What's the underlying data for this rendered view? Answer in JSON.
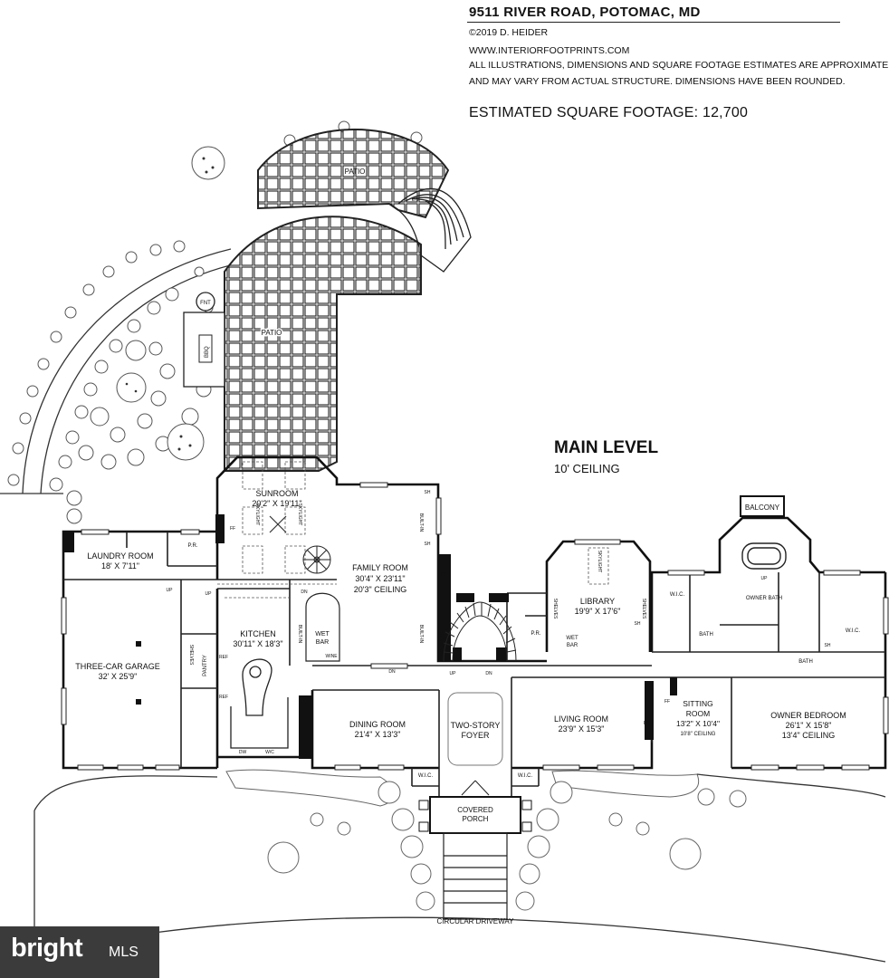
{
  "header": {
    "address": "9511 RIVER ROAD, POTOMAC, MD",
    "copyright": "©2019 D. HEIDER",
    "website": "WWW.INTERIORFOOTPRINTS.COM",
    "disclaimer_1": "ALL ILLUSTRATIONS, DIMENSIONS AND SQUARE FOOTAGE ESTIMATES ARE APPROXIMATE",
    "disclaimer_2": "AND MAY VARY FROM ACTUAL STRUCTURE. DIMENSIONS HAVE BEEN ROUNDED.",
    "square_footage": "ESTIMATED SQUARE FOOTAGE: 12,700"
  },
  "level": {
    "name": "MAIN LEVEL",
    "ceiling": "10' CEILING"
  },
  "rooms": {
    "patio_upper": "PATIO",
    "patio_lower": "PATIO",
    "fnt": "FNT",
    "bbq": "BBQ",
    "sunroom": "SUNROOM",
    "sunroom_dim": "20'2\" X 19'11\"",
    "laundry": "LAUNDRY ROOM",
    "laundry_dim": "18' X 7'11\"",
    "pr_laundry": "P.R.",
    "family": "FAMILY ROOM",
    "family_dim": "30'4\" X 23'11\"",
    "family_ceiling": "20'3\" CEILING",
    "wet_bar_family": "WET",
    "wet_bar_family_2": "BAR",
    "kitchen": "KITCHEN",
    "kitchen_dim": "30'11\" X 18'3\"",
    "pantry": "PANTRY",
    "garage": "THREE-CAR GARAGE",
    "garage_dim": "32' X 25'9\"",
    "library": "LIBRARY",
    "library_dim": "19'9\" X 17'6\"",
    "pr_library": "P.R.",
    "wet_bar_library": "WET",
    "wet_bar_library_2": "BAR",
    "balcony": "BALCONY",
    "owner_bath": "OWNER BATH",
    "wic_left": "W.I.C.",
    "wic_right": "W.I.C.",
    "bath_1": "BATH",
    "bath_2": "BATH",
    "dining": "DINING ROOM",
    "dining_dim": "21'4\" X 13'3\"",
    "foyer": "TWO-STORY",
    "foyer_2": "FOYER",
    "living": "LIVING ROOM",
    "living_dim": "23'9\" X 15'3\"",
    "sitting": "SITTING",
    "sitting_2": "ROOM",
    "sitting_dim": "13'2\" X 10'4\"",
    "sitting_ceiling": "10'8\" CEILING",
    "owner_bedroom": "OWNER BEDROOM",
    "owner_bedroom_dim": "26'1\" X 15'8\"",
    "owner_bedroom_ceiling": "13'4\" CEILING",
    "wic_foyer_left": "W.I.C.",
    "wic_foyer_right": "W.I.C.",
    "porch": "COVERED",
    "porch_2": "PORCH",
    "driveway": "CIRCULAR DRIVEWAY"
  },
  "small_labels": {
    "up": "UP",
    "dn": "DN",
    "ff": "FF",
    "ref": "REF",
    "sh": "SH",
    "skylight": "SKYLIGHT",
    "built_in": "BUILT-IN",
    "shelves": "SHELVES",
    "wine": "WINE",
    "dw": "DW",
    "wc": "W/C"
  },
  "logo": {
    "brand": "bright",
    "suffix": "MLS"
  }
}
